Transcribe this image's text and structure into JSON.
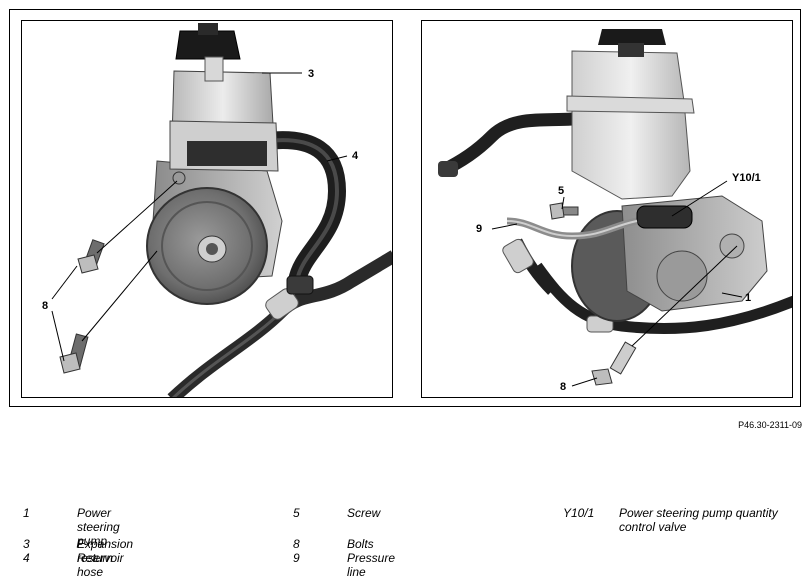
{
  "figure_ref": "P46.30-2311-09",
  "left_callouts": {
    "c3": "3",
    "c4": "4",
    "c8": "8"
  },
  "right_callouts": {
    "y10": "Y10/1",
    "c5": "5",
    "c9": "9",
    "c1": "1",
    "c8": "8"
  },
  "legend": [
    {
      "num": "1",
      "text": "Power steering pump"
    },
    {
      "num": "3",
      "text": "Expansion reservoir"
    },
    {
      "num": "4",
      "text": "Return hose"
    },
    {
      "num": "5",
      "text": "Screw"
    },
    {
      "num": "8",
      "text": "Bolts"
    },
    {
      "num": "9",
      "text": "Pressure line"
    },
    {
      "num": "Y10/1",
      "text": "Power steering pump quantity control valve"
    }
  ]
}
